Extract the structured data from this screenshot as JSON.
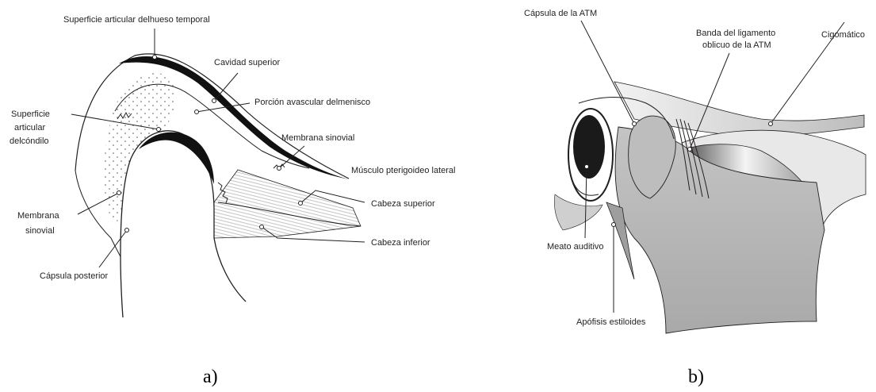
{
  "panel_a": {
    "caption": "a)",
    "labels": {
      "temporal_surface": "Superficie articular delhueso temporal",
      "upper_cavity": "Cavidad superior",
      "avascular_portion": "Porción avascular delmenisco",
      "condyle_surface": [
        "Superficie",
        "articular",
        "delcóndilo"
      ],
      "synovial_membrane_right": "Membrana sinovial",
      "lateral_pterygoid": "Músculo pterigoideo lateral",
      "upper_head": "Cabeza superior",
      "lower_head": "Cabeza inferior",
      "synovial_membrane_left": [
        "Membrana",
        "sinovial"
      ],
      "posterior_capsule": "Cápsula posterior"
    }
  },
  "panel_b": {
    "caption": "b)",
    "labels": {
      "tmj_capsule": "Cápsula de la ATM",
      "oblique_ligament": [
        "Banda del ligamento",
        "oblicuo de la ATM"
      ],
      "zygomatic": "Cigomático",
      "auditory_meatus": "Meato auditivo",
      "styloid_process": "Apófisis estiloides"
    }
  }
}
